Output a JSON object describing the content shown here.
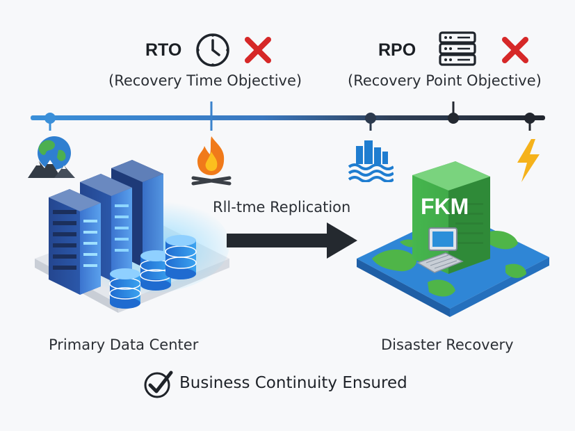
{
  "rto": {
    "abbr": "RTO",
    "full": "(Recovery Time Objective)",
    "icon": "clock-icon",
    "status_icon": "x-mark-icon"
  },
  "rpo": {
    "abbr": "RPO",
    "full": "(Recovery Point Objective)",
    "icon": "server-rack-icon",
    "status_icon": "x-mark-icon"
  },
  "timeline": {
    "events": [
      {
        "icon": "globe-mountains-icon"
      },
      {
        "icon": "fire-icon"
      },
      {
        "icon": "flood-icon"
      },
      {
        "icon": "lightning-icon"
      }
    ]
  },
  "replication": {
    "label": "Rll-tme Replication",
    "icon": "arrow-right-icon"
  },
  "primary": {
    "caption": "Primary Data Center"
  },
  "recovery": {
    "caption": "Disaster Recovery",
    "building_label": "FKM"
  },
  "footer": {
    "text": "Business Continuity Ensured",
    "icon": "check-circle-icon"
  },
  "colors": {
    "red_x": "#d62828",
    "timeline_blue": "#3a8fd9",
    "timeline_dark": "#2a3140",
    "server_blue": "#2f5fb0",
    "building_green": "#3fae4a",
    "flame_orange": "#f07a1a",
    "lightning_yellow": "#f5b21b"
  }
}
